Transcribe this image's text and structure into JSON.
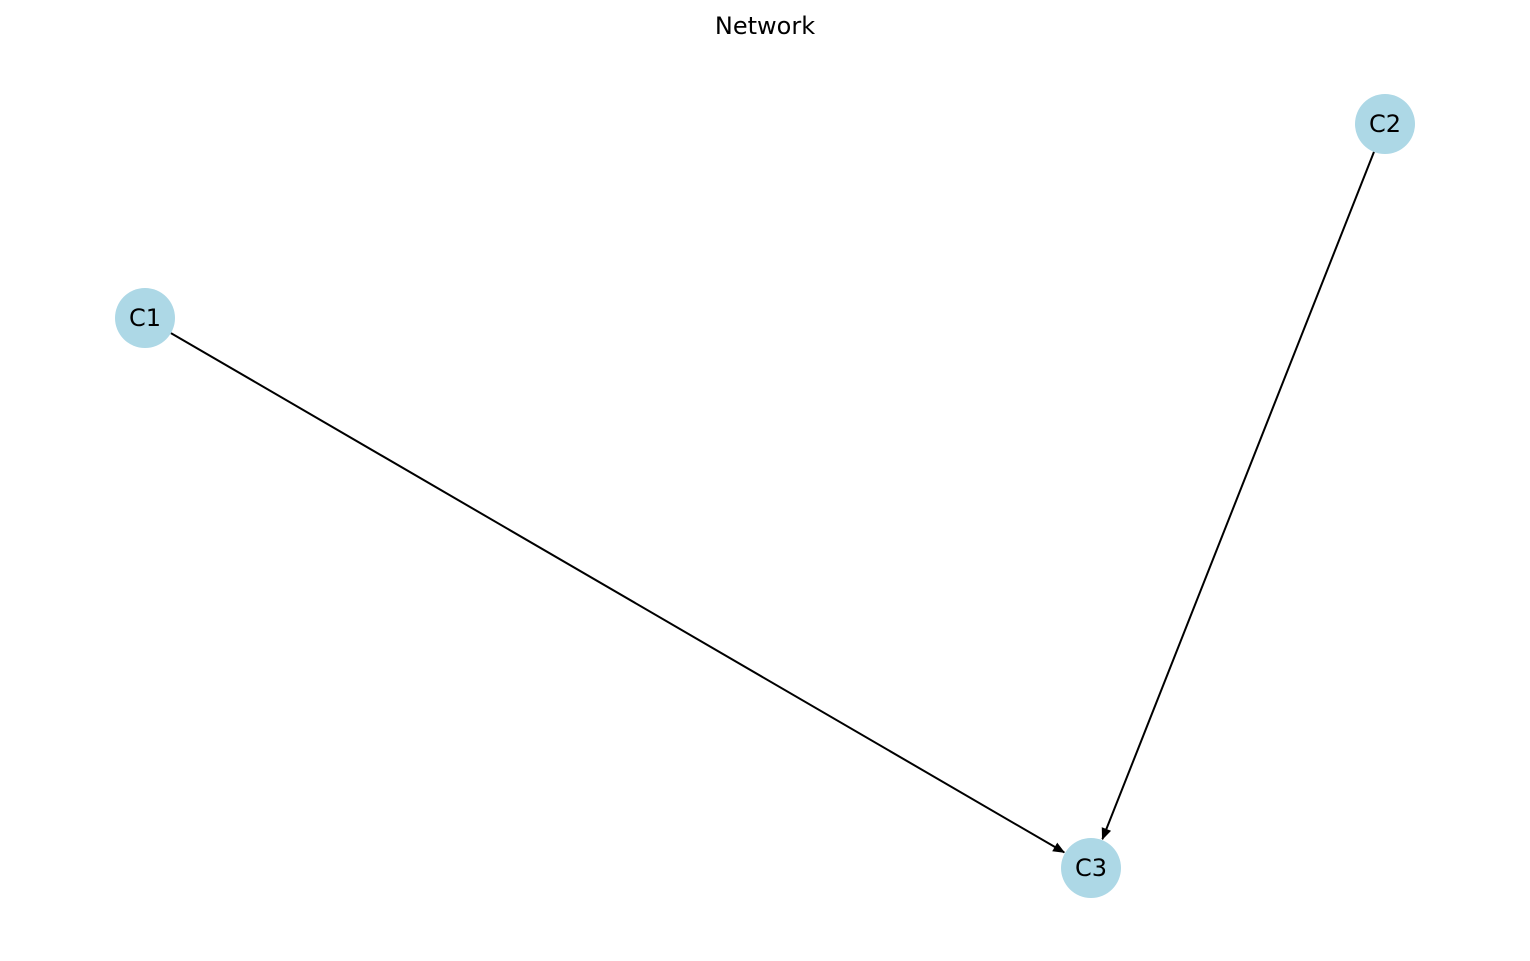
{
  "title": "Network",
  "colors": {
    "node_fill": "#add8e6",
    "edge": "#000000",
    "text": "#000000"
  },
  "graph": {
    "directed": true,
    "nodes": [
      {
        "id": "C1",
        "label": "C1"
      },
      {
        "id": "C2",
        "label": "C2"
      },
      {
        "id": "C3",
        "label": "C3"
      }
    ],
    "edges": [
      {
        "source": "C1",
        "target": "C3"
      },
      {
        "source": "C2",
        "target": "C3"
      }
    ]
  }
}
